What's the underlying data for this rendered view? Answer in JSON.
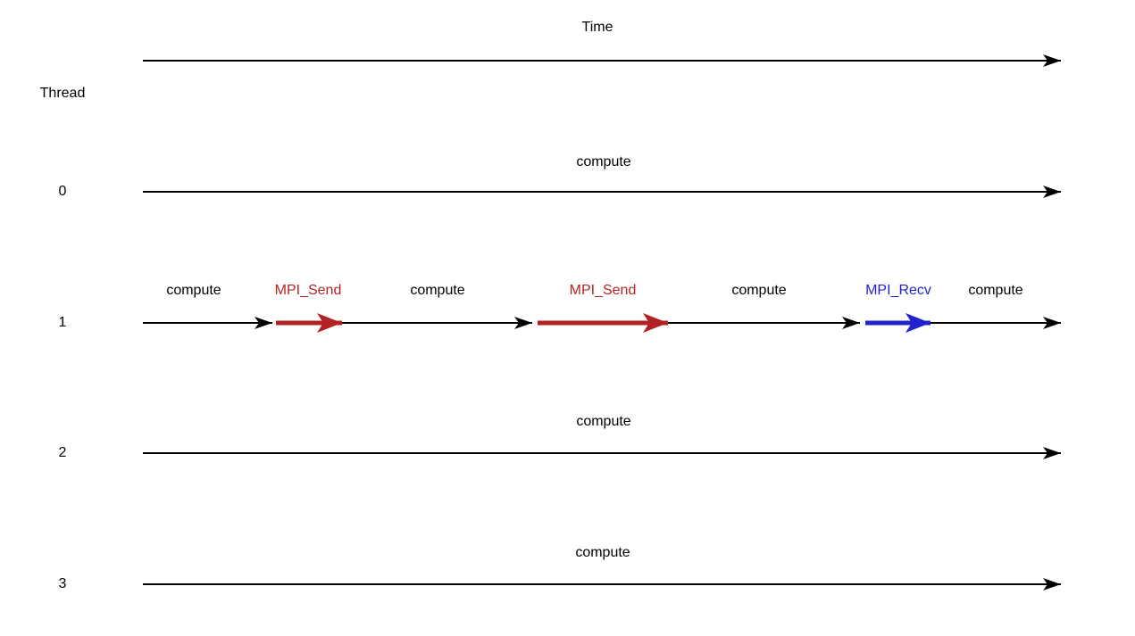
{
  "time_axis": {
    "label": "Time"
  },
  "thread_axis": {
    "label": "Thread"
  },
  "colors": {
    "compute_black": "#000000",
    "mpi_send_red": "#B22222",
    "mpi_recv_blue": "#2222CC"
  },
  "threads": [
    {
      "id": "0",
      "segments": [
        {
          "label": "compute"
        }
      ]
    },
    {
      "id": "1",
      "segments": [
        {
          "label": "compute"
        },
        {
          "label": "MPI_Send"
        },
        {
          "label": "compute"
        },
        {
          "label": "MPI_Send"
        },
        {
          "label": "compute"
        },
        {
          "label": "MPI_Recv"
        },
        {
          "label": "compute"
        }
      ]
    },
    {
      "id": "2",
      "segments": [
        {
          "label": "compute"
        }
      ]
    },
    {
      "id": "3",
      "segments": [
        {
          "label": "compute"
        }
      ]
    }
  ]
}
